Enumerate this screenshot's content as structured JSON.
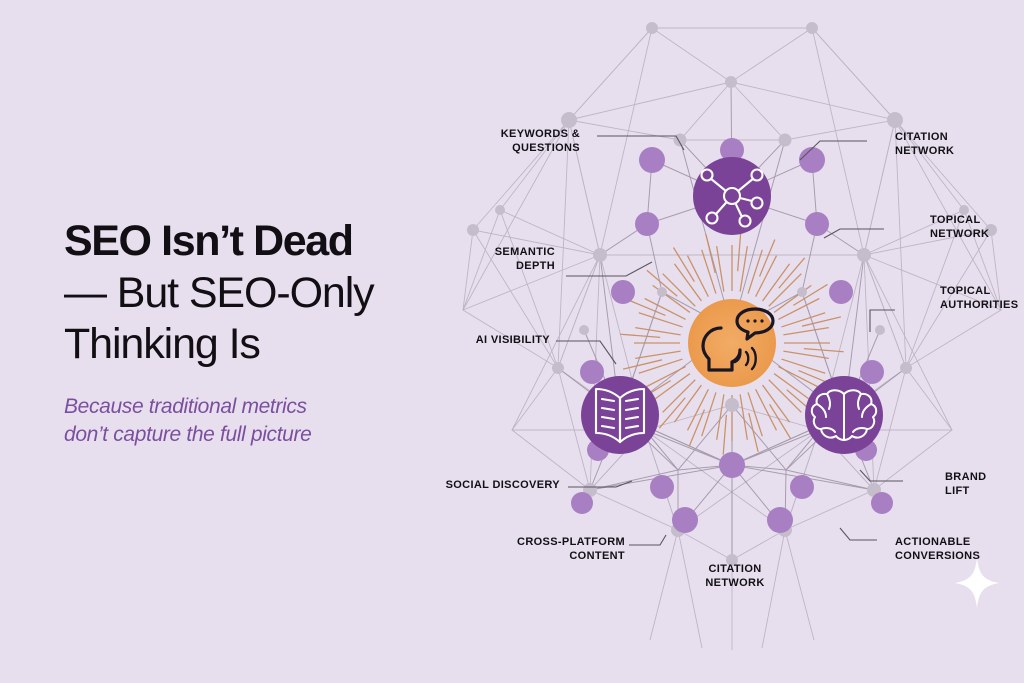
{
  "theme": {
    "background": "#e8dfee",
    "headline_color": "#120f14",
    "subhead_color": "#7b4f9e",
    "hub_purple": "#7b4397",
    "node_purple": "#a97fc4",
    "node_gray": "#c3bac9",
    "center_orange": "#efa256",
    "ray_color": "#c98e62",
    "edge_color": "#a59bad",
    "label_color": "#111015",
    "sparkle_color": "#ffffff"
  },
  "headline": {
    "line1": "SEO Isn’t Dead",
    "line2": "— But SEO-Only",
    "line3": "Thinking Is"
  },
  "subhead": {
    "line1": "Because traditional metrics",
    "line2": "don’t capture the full picture"
  },
  "diagram": {
    "center_icon": "speaking-head-icon",
    "hubs": [
      {
        "name": "network-hub-icon",
        "label": "network-nodes"
      },
      {
        "name": "open-book-icon",
        "label": "open-book"
      },
      {
        "name": "brain-icon",
        "label": "brain"
      }
    ],
    "callouts": [
      {
        "id": "keywords-questions",
        "text": "KEYWORDS &\nQUESTIONS",
        "align": "right"
      },
      {
        "id": "semantic-depth",
        "text": "SEMANTIC\nDEPTH",
        "align": "right"
      },
      {
        "id": "ai-visibility",
        "text": "AI VISIBILITY",
        "align": "right"
      },
      {
        "id": "social-discovery",
        "text": "SOCIAL DISCOVERY",
        "align": "right"
      },
      {
        "id": "cross-platform-content",
        "text": "CROSS-PLATFORM\nCONTENT",
        "align": "right"
      },
      {
        "id": "citation-network-bottom",
        "text": "CITATION\nNETWORK",
        "align": "center"
      },
      {
        "id": "citation-network-top",
        "text": "CITATION\nNETWORK",
        "align": "left"
      },
      {
        "id": "topical-network",
        "text": "TOPICAL\nNETWORK",
        "align": "left"
      },
      {
        "id": "topical-authorities",
        "text": "TOPICAL\nAUTHORITIES",
        "align": "left"
      },
      {
        "id": "brand-lift",
        "text": "BRAND\nLIFT",
        "align": "left"
      },
      {
        "id": "actionable-conversions",
        "text": "ACTIONABLE\nCONVERSIONS",
        "align": "left"
      }
    ]
  }
}
